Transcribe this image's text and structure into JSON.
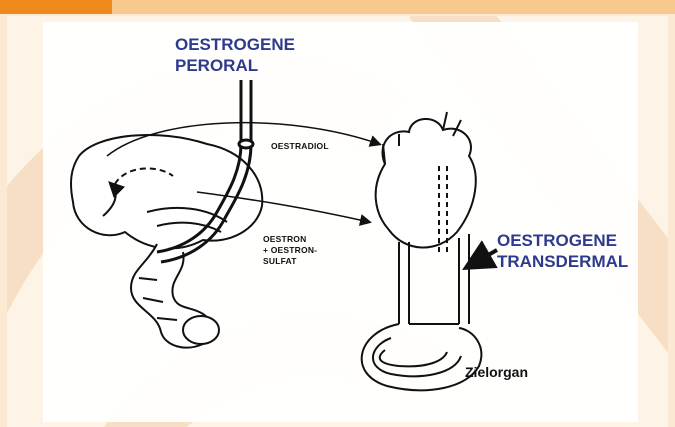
{
  "colors": {
    "header_accent": "#ee8a1c",
    "header_bar": "#f7c98e",
    "label_blue": "#2e3b8c",
    "background": "#fdf3e6"
  },
  "labels": {
    "oral_route": "OESTROGENE\nPERORAL",
    "oestradiol": "OESTRADIOL",
    "oestron": "OESTRON\n+ OESTRON-\nSULFAT",
    "transdermal_route": "OESTROGENE\nTRANSDERMAL",
    "target_organ": "Zielorgan"
  }
}
